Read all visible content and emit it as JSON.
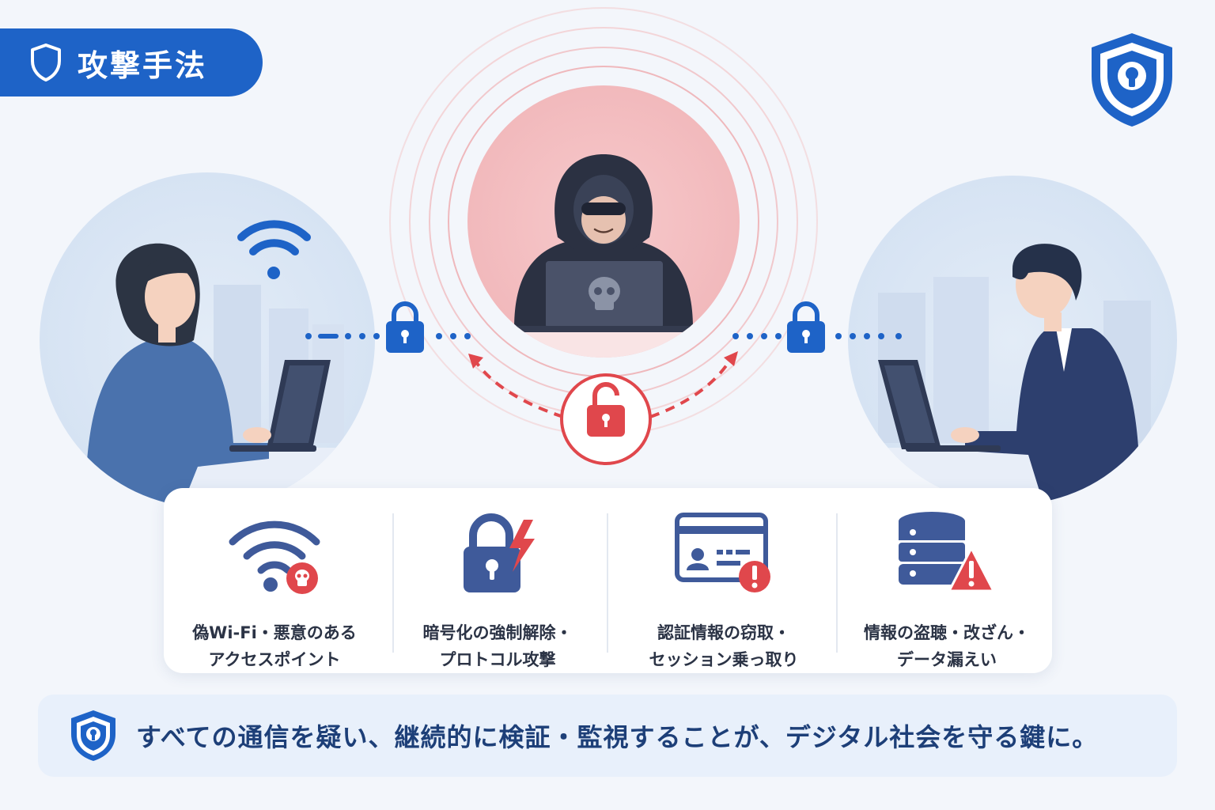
{
  "header": {
    "title": "攻撃手法"
  },
  "icons": {
    "title": "shield-icon",
    "corner": "shield-keyhole-icon",
    "footer": "shield-keyhole-icon"
  },
  "colors": {
    "brand_blue": "#1e63c7",
    "threat_red": "#e0474c",
    "navy": "#2c3f63"
  },
  "attacks": [
    {
      "label": "偽Wi-Fi・悪意のある\nアクセスポイント",
      "icon": "wifi-skull-icon"
    },
    {
      "label": "暗号化の強制解除・\nプロトコル攻撃",
      "icon": "lock-lightning-icon"
    },
    {
      "label": "認証情報の窃取・\nセッション乗っ取り",
      "icon": "id-card-alert-icon"
    },
    {
      "label": "情報の盗聴・改ざん・\nデータ漏えい",
      "icon": "database-warning-icon"
    }
  ],
  "footer": {
    "message": "すべての通信を疑い、継続的に検証・監視することが、デジタル社会を守る鍵に。"
  }
}
